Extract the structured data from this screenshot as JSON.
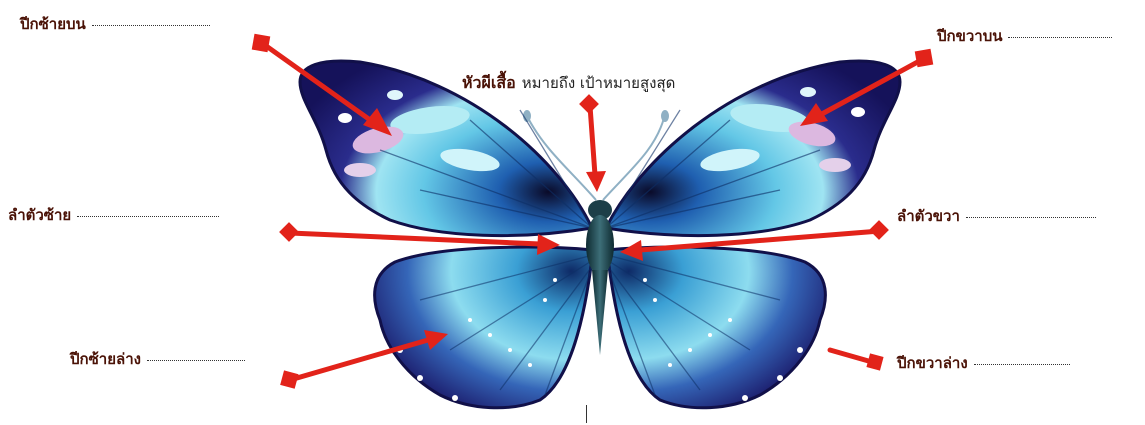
{
  "labels": {
    "upper_left": "ปีกซ้ายบน",
    "upper_right": "ปีกขวาบน",
    "body_left": "ลำตัวซ้าย",
    "body_right": "ลำตัวขวา",
    "lower_left": "ปีกซ้ายล่าง",
    "lower_right": "ปีกขวาล่าง"
  },
  "head": {
    "title": "หัวผีเสื้อ",
    "subtitle": "หมายถึง  เป้าหมายสูงสุด"
  },
  "colors": {
    "arrow": "#e2231a",
    "label_text": "#4a1206",
    "wing_dark": "#1c1a6e",
    "wing_light": "#7fd6ec"
  }
}
